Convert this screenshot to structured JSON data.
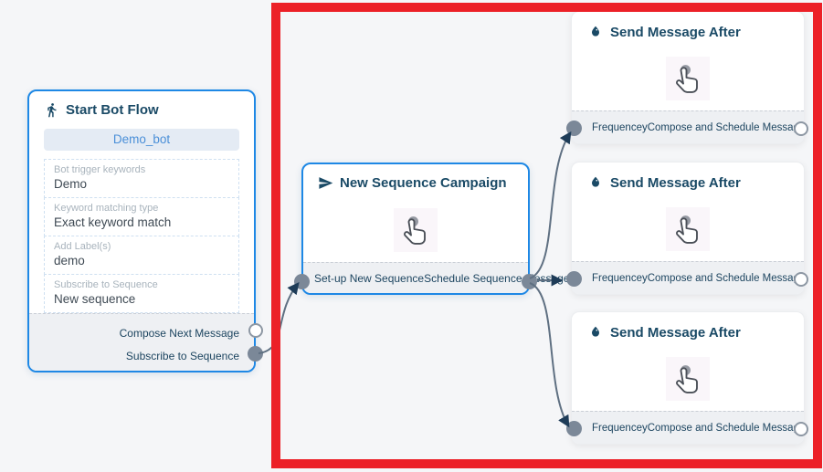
{
  "canvas": {
    "background": "#f5f6f8"
  },
  "annotation": {
    "type": "highlight-rectangle",
    "color": "#ec2027"
  },
  "colors": {
    "node_border_blue": "#1e88e5",
    "title_text": "#1a4a66",
    "footer_text": "#1d4560",
    "connector": "#5f7082",
    "arrowhead": "#1e3c58",
    "port_fill": "#7b8898",
    "bot_button_bg": "#e4ebf4",
    "bot_button_text": "#4a8fd8"
  },
  "nodes": {
    "start_bot_flow": {
      "title": "Start Bot Flow",
      "icon": "walking-person-icon",
      "bot_name": "Demo_bot",
      "fields": [
        {
          "label": "Bot trigger keywords",
          "value": "Demo"
        },
        {
          "label": "Keyword matching type",
          "value": "Exact keyword match"
        },
        {
          "label": "Add Label(s)",
          "value": "demo"
        },
        {
          "label": "Subscribe to Sequence",
          "value": "New sequence"
        }
      ],
      "outputs": [
        {
          "label": "Compose Next Message",
          "port_style": "open"
        },
        {
          "label": "Subscribe to Sequence",
          "port_style": "filled"
        }
      ]
    },
    "new_sequence_campaign": {
      "title": "New Sequence Campaign",
      "icon": "send-icon",
      "body_icon": "tap-cursor-icon",
      "left_output": "Set-up New Sequence",
      "right_output": "Schedule Sequence Message"
    },
    "send_message_after": [
      {
        "title": "Send Message After",
        "icon": "water-drop-icon",
        "body_icon": "tap-cursor-icon",
        "input_label": "Frequencey",
        "output_label": "Compose and Schedule Message"
      },
      {
        "title": "Send Message After",
        "icon": "water-drop-icon",
        "body_icon": "tap-cursor-icon",
        "input_label": "Frequencey",
        "output_label": "Compose and Schedule Message"
      },
      {
        "title": "Send Message After",
        "icon": "water-drop-icon",
        "body_icon": "tap-cursor-icon",
        "input_label": "Frequencey",
        "output_label": "Compose and Schedule Message"
      }
    ]
  },
  "connections": [
    {
      "from": "Start Bot Flow / Subscribe to Sequence",
      "to": "New Sequence Campaign / Set-up New Sequence"
    },
    {
      "from": "New Sequence Campaign / Schedule Sequence Message",
      "to": "Send Message After 1 / Frequencey"
    },
    {
      "from": "New Sequence Campaign / Schedule Sequence Message",
      "to": "Send Message After 2 / Frequencey"
    },
    {
      "from": "New Sequence Campaign / Schedule Sequence Message",
      "to": "Send Message After 3 / Frequencey"
    }
  ]
}
